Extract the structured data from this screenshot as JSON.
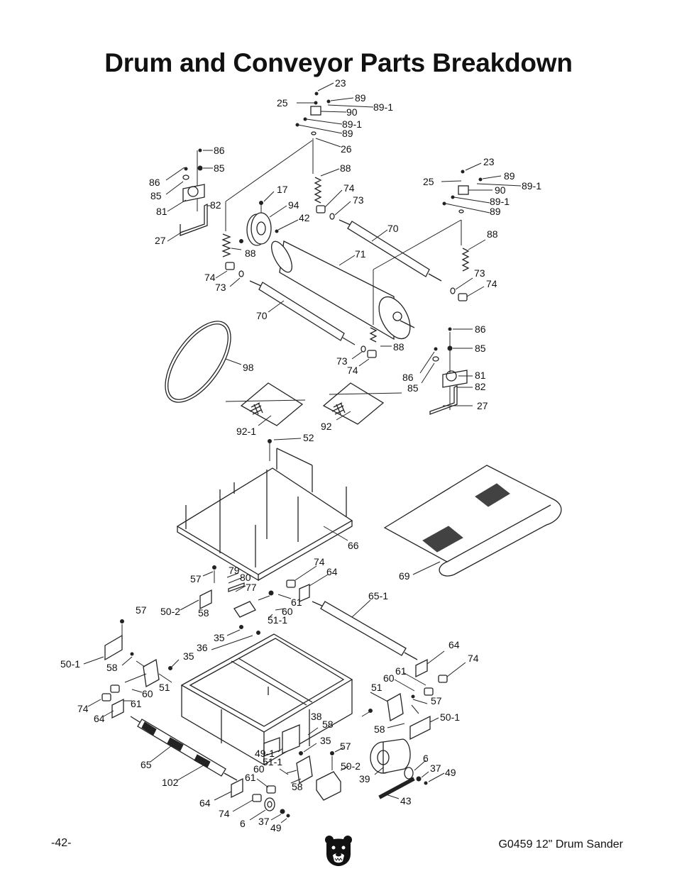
{
  "title": "Drum and Conveyor Parts Breakdown",
  "footer": {
    "page_number": "-42-",
    "model": "G0459 12\" Drum Sander"
  },
  "logo_icon": "bear-head-icon",
  "callouts": {
    "c1": "23",
    "c2": "89",
    "c3": "25",
    "c4": "89-1",
    "c5": "90",
    "c6": "89-1",
    "c7": "89",
    "c8": "26",
    "c9": "86",
    "c10": "85",
    "c11": "86",
    "c12": "85",
    "c13": "81",
    "c14": "82",
    "c15": "27",
    "c16": "88",
    "c17": "74",
    "c18": "73",
    "c19": "17",
    "c20": "94",
    "c21": "42",
    "c22": "88",
    "c23": "71",
    "c24": "70",
    "c25": "74",
    "c26": "73",
    "c27": "70",
    "c28": "23",
    "c29": "89",
    "c30": "25",
    "c31": "89-1",
    "c32": "90",
    "c33": "89-1",
    "c34": "89",
    "c35": "88",
    "c36": "73",
    "c37": "74",
    "c38": "88",
    "c39": "86",
    "c40": "85",
    "c41": "86",
    "c42": "85",
    "c43": "81",
    "c44": "82",
    "c45": "27",
    "c46": "73",
    "c47": "74",
    "c48": "98",
    "c49": "92-1",
    "c50": "92",
    "c51": "52",
    "c52": "66",
    "c53": "69",
    "c54": "57",
    "c55": "79",
    "c56": "80",
    "c57": "77",
    "c58": "74",
    "c59": "64",
    "c60": "50-2",
    "c61": "58",
    "c62": "61",
    "c63": "60",
    "c64": "51-1",
    "c65": "65-1",
    "c66": "57",
    "c67": "35",
    "c68": "50-1",
    "c69": "58",
    "c70": "35",
    "c71": "36",
    "c72": "51",
    "c73": "60",
    "c74": "61",
    "c75": "74",
    "c76": "64",
    "c77": "64",
    "c78": "74",
    "c79": "61",
    "c80": "60",
    "c81": "51",
    "c82": "57",
    "c83": "58",
    "c84": "50-1",
    "c85": "38",
    "c86": "58",
    "c87": "35",
    "c88": "49-1",
    "c89": "57",
    "c90": "51-1",
    "c91": "60",
    "c92": "65",
    "c93": "50-2",
    "c94": "39",
    "c95": "6",
    "c96": "37",
    "c97": "49",
    "c98": "102",
    "c99": "61",
    "c100": "58",
    "c101": "43",
    "c102": "64",
    "c103": "74",
    "c104": "6",
    "c105": "37",
    "c106": "49"
  }
}
